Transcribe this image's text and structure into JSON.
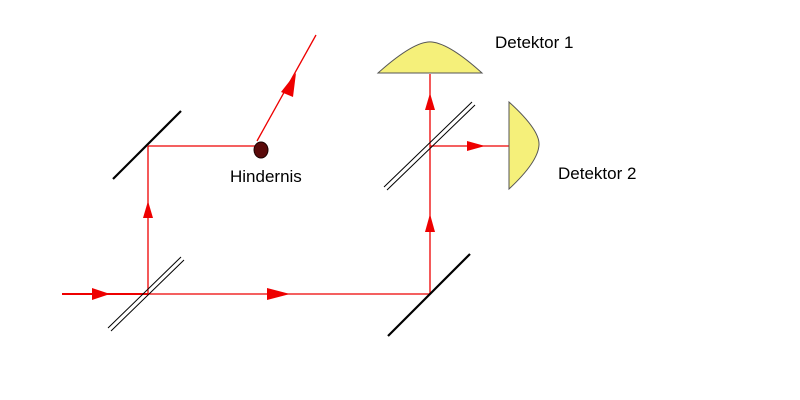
{
  "labels": {
    "obstacle": "Hindernis",
    "detector1": "Detektor 1",
    "detector2": "Detektor 2"
  },
  "colors": {
    "beam": "#ee0000",
    "mirror": "#000000",
    "detector_fill": "#f5f07a",
    "detector_stroke": "#555555",
    "obstacle_fill": "#5a0a0a",
    "background": "#ffffff"
  }
}
